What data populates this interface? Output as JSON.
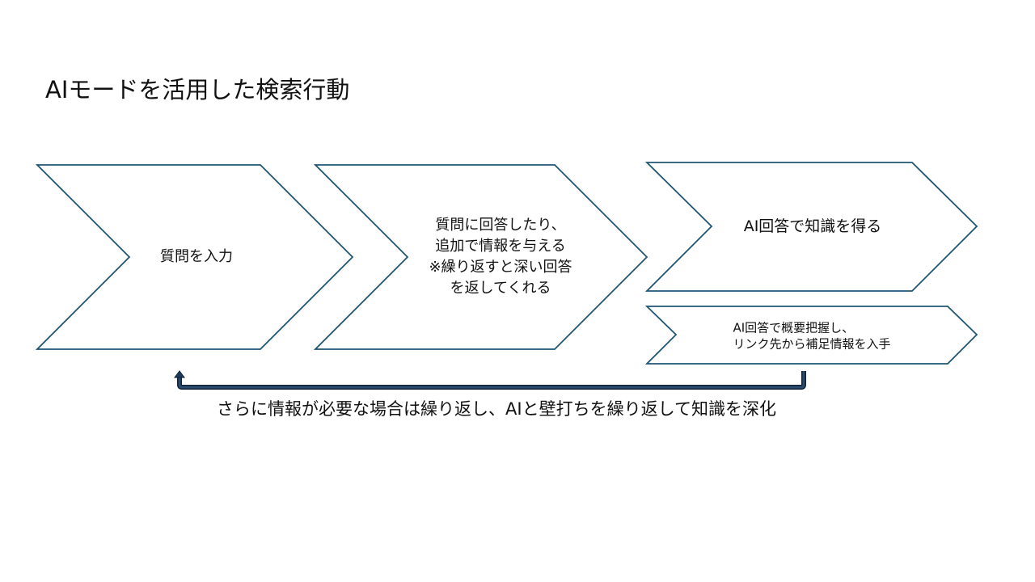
{
  "title": "AIモードを活用した検索行動",
  "steps": [
    {
      "text": "質問を入力"
    },
    {
      "lines": [
        "質問に回答したり、",
        "追加で情報を与える",
        "※繰り返すと深い回答",
        "を返してくれる"
      ]
    },
    {
      "text": "AI回答で知識を得る"
    },
    {
      "lines": [
        "AI回答で概要把握し、",
        "リンク先から補足情報を入手"
      ]
    }
  ],
  "loop_caption": "さらに情報が必要な場合は繰り返し、AIと壁打ちを繰り返して知識を深化",
  "colors": {
    "outline": "#1f5674",
    "loop_arrow": "#1f3a5a"
  }
}
